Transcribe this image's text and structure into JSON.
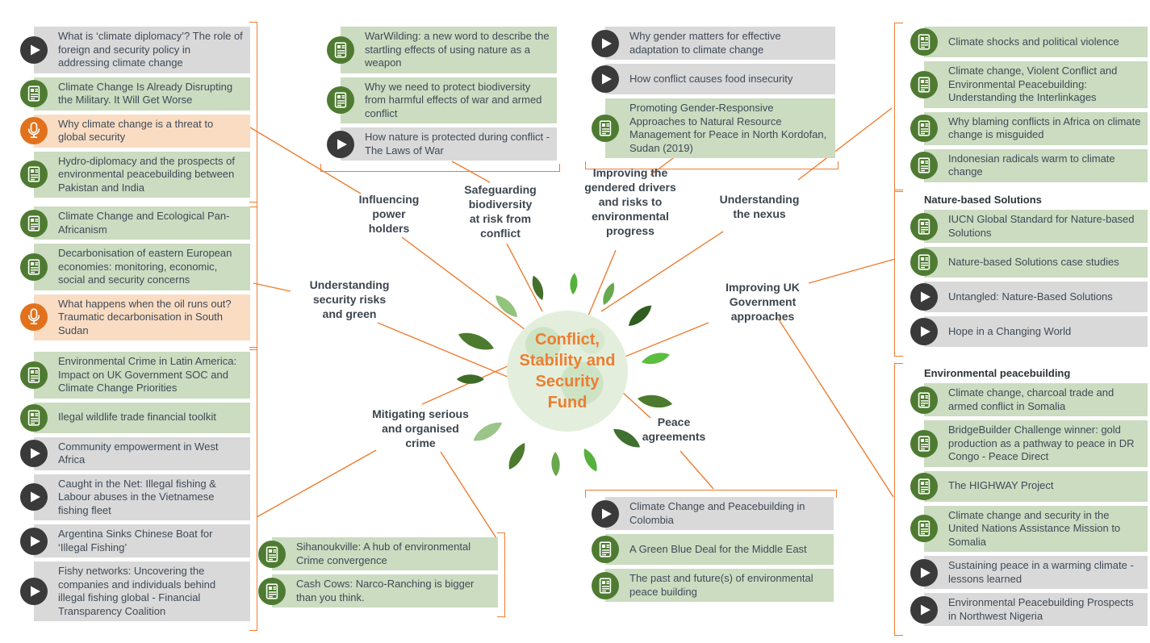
{
  "center": {
    "text": "Conflict,\nStability and\nSecurity\nFund"
  },
  "colors": {
    "accent_orange": "#ED7D31",
    "article_icon_green": "#4E7B31",
    "video_icon_dark": "#3A3A3A",
    "podcast_icon_orange": "#E2711D",
    "chip_green": "#CBDCC1",
    "chip_gray": "#D9D9D9",
    "chip_peach": "#FADCC3",
    "text_dark": "#3F4A56"
  },
  "icons": {
    "video": "play-icon",
    "article": "document-icon",
    "podcast": "microphone-icon"
  },
  "labels": [
    {
      "id": "influencing",
      "text": "Influencing\npower\nholders"
    },
    {
      "id": "safeguarding",
      "text": "Safeguarding\nbiodiversity\nat risk from\nconflict"
    },
    {
      "id": "gendered",
      "text": "Improving the\ngendered drivers\nand risks to\nenvironmental\nprogress"
    },
    {
      "id": "nexus",
      "text": "Understanding\nthe nexus"
    },
    {
      "id": "secrisks",
      "text": "Understanding\nsecurity risks\nand green"
    },
    {
      "id": "ukgov",
      "text": "Improving UK\nGovernment\napproaches"
    },
    {
      "id": "mitigating",
      "text": "Mitigating serious\nand organised\ncrime"
    },
    {
      "id": "peace",
      "text": "Peace\nagreements"
    }
  ],
  "clusters": [
    {
      "id": "power",
      "items": [
        {
          "type": "video",
          "text": "What is ‘climate diplomacy’? The role of foreign and security policy in addressing climate change"
        },
        {
          "type": "article",
          "text": "Climate Change Is Already Disrupting the Military. It Will Get Worse"
        },
        {
          "type": "podcast",
          "text": "Why climate change is a threat to global security"
        },
        {
          "type": "article",
          "text": "Hydro-diplomacy and the prospects of environmental peacebuilding between Pakistan and India"
        }
      ]
    },
    {
      "id": "secrisks",
      "items": [
        {
          "type": "article",
          "text": "Climate Change and Ecological Pan-Africanism"
        },
        {
          "type": "article",
          "text": "Decarbonisation of eastern European economies: monitoring, economic, social and security concerns"
        },
        {
          "type": "podcast",
          "text": "What happens when the oil runs out? Traumatic decarbonisation in South Sudan"
        }
      ]
    },
    {
      "id": "crime",
      "items": [
        {
          "type": "article",
          "text": "Environmental Crime in Latin America: Impact on UK Government SOC and Climate Change Priorities"
        },
        {
          "type": "article",
          "text": "Ilegal wildlife trade financial toolkit"
        },
        {
          "type": "video",
          "text": "Community empowerment in West Africa"
        },
        {
          "type": "video",
          "text": "Caught in the Net: Illegal fishing & Labour abuses in the Vietnamese fishing fleet"
        },
        {
          "type": "video",
          "text": "Argentina Sinks Chinese Boat for ‘Illegal Fishing’"
        },
        {
          "type": "video",
          "text": "Fishy networks: Uncovering the companies and individuals behind illegal fishing global - Financial Transparency Coalition"
        }
      ]
    },
    {
      "id": "biodiv",
      "items": [
        {
          "type": "article",
          "text": "WarWilding: a new word to describe the startling effects of using nature as a weapon"
        },
        {
          "type": "article",
          "text": "Why we need to protect biodiversity from harmful effects of war and armed conflict"
        },
        {
          "type": "video",
          "text": "How nature is protected during conflict - The Laws of War"
        }
      ]
    },
    {
      "id": "gender",
      "items": [
        {
          "type": "video",
          "text": "Why gender matters for effective adaptation to climate change"
        },
        {
          "type": "video",
          "text": "How conflict causes food insecurity"
        },
        {
          "type": "article",
          "text": "Promoting Gender-Responsive Approaches to Natural Resource Management for Peace in North Kordofan, Sudan (2019)"
        }
      ]
    },
    {
      "id": "nexus",
      "items": [
        {
          "type": "article",
          "text": "Climate shocks and political violence"
        },
        {
          "type": "article",
          "text": "Climate change, Violent Conflict and Environmental Peacebuilding: Understanding the Interlinkages"
        },
        {
          "type": "article",
          "text": "Why blaming conflicts in Africa on climate change is misguided"
        },
        {
          "type": "article",
          "text": "Indonesian radicals warm to climate change"
        }
      ]
    },
    {
      "id": "nbs",
      "header": "Nature-based Solutions",
      "items": [
        {
          "type": "article",
          "text": "IUCN Global Standard for Nature-based Solutions"
        },
        {
          "type": "article",
          "text": "Nature-based Solutions case studies"
        },
        {
          "type": "video",
          "text": "Untangled: Nature-Based Solutions"
        },
        {
          "type": "video",
          "text": "Hope in a Changing World"
        }
      ]
    },
    {
      "id": "envpb",
      "header": "Environmental peacebuilding",
      "items": [
        {
          "type": "article",
          "text": "Climate change, charcoal trade and armed conflict in Somalia"
        },
        {
          "type": "article",
          "text": "BridgeBuilder Challenge winner: gold production as a pathway to peace in DR Congo - Peace Direct"
        },
        {
          "type": "article",
          "text": "The HIGHWAY Project"
        },
        {
          "type": "article",
          "text": "Climate change and security in the United Nations Assistance Mission to Somalia"
        },
        {
          "type": "video",
          "text": "Sustaining peace in a warming climate - lessons learned"
        },
        {
          "type": "video",
          "text": "Environmental Peacebuilding Prospects in Northwest Nigeria"
        }
      ]
    },
    {
      "id": "sihan",
      "items": [
        {
          "type": "article",
          "text": "Sihanoukville: A hub of environmental Crime convergence"
        },
        {
          "type": "article",
          "text": "Cash Cows: Narco-Ranching is bigger than you think."
        }
      ]
    },
    {
      "id": "colombia",
      "items": [
        {
          "type": "video",
          "text": "Climate Change and Peacebuilding in Colombia"
        },
        {
          "type": "article",
          "text": "A Green Blue Deal for the Middle East"
        },
        {
          "type": "article",
          "text": "The past and future(s) of environmental peace building"
        }
      ]
    }
  ]
}
